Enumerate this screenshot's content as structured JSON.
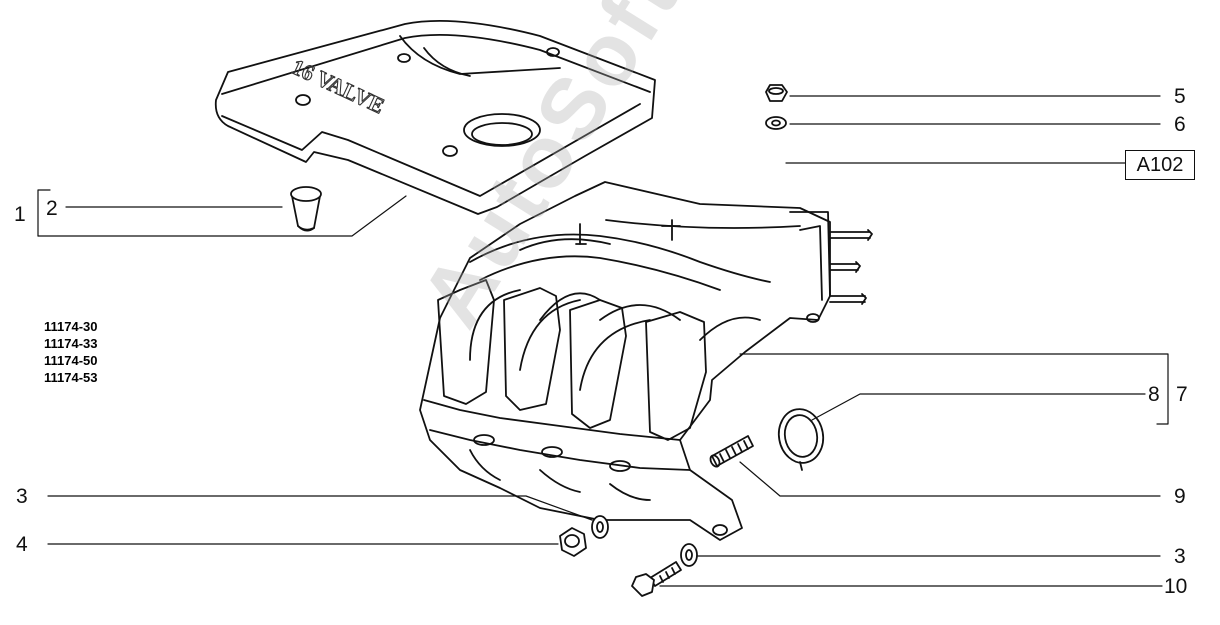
{
  "watermark": "AutoSoft",
  "reference_box": "A102",
  "cover_text": "16 VALVE",
  "part_codes": [
    "11174-30",
    "11174-33",
    "11174-50",
    "11174-53"
  ],
  "callouts": {
    "c1": "1",
    "c2": "2",
    "c3a": "3",
    "c4": "4",
    "c5": "5",
    "c6": "6",
    "c7": "7",
    "c8": "8",
    "c9": "9",
    "c3b": "3",
    "c10": "10"
  }
}
